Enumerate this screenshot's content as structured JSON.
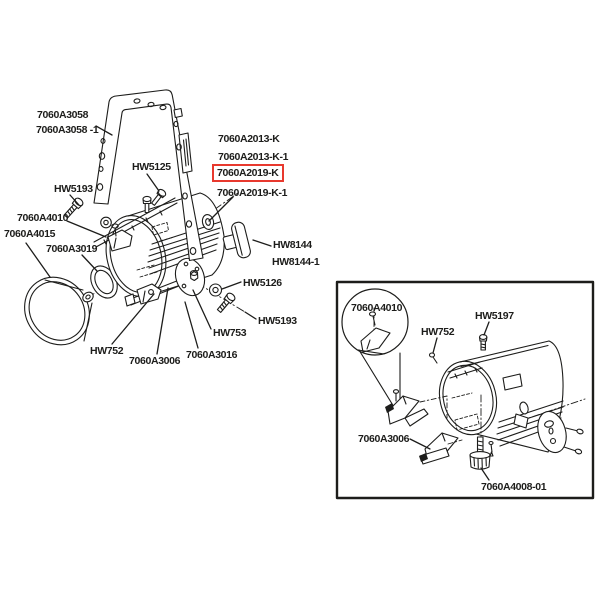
{
  "diagram": {
    "type": "exploded-parts-diagram",
    "subject": "Stage luminaire exploded view with yoke, housing, reflector and inset detail view",
    "highlighted_part": "7060A2019-K"
  },
  "colors": {
    "line": "#1d1d1b",
    "highlight_box": "#e8392e",
    "background": "#ffffff"
  },
  "labels": {
    "main": [
      {
        "text": "7060A3058"
      },
      {
        "text": "7060A3058 -1"
      },
      {
        "text": "HW5125"
      },
      {
        "text": "HW5193"
      },
      {
        "text": "7060A4010"
      },
      {
        "text": "7060A4015"
      },
      {
        "text": "7060A3019"
      },
      {
        "text": "7060A2013-K"
      },
      {
        "text": "7060A2013-K-1"
      },
      {
        "text": "7060A2019-K",
        "highlighted": true
      },
      {
        "text": "7060A2019-K-1"
      },
      {
        "text": "HW8144"
      },
      {
        "text": "HW8144-1"
      },
      {
        "text": "HW5126"
      },
      {
        "text": "HW5193"
      },
      {
        "text": "HW753"
      },
      {
        "text": "HW752"
      },
      {
        "text": "7060A3006"
      },
      {
        "text": "7060A3016"
      }
    ],
    "inset": [
      {
        "text": "7060A4010"
      },
      {
        "text": "HW752"
      },
      {
        "text": "HW5197"
      },
      {
        "text": "7060A3006"
      },
      {
        "text": "7060A4008-01"
      }
    ]
  }
}
